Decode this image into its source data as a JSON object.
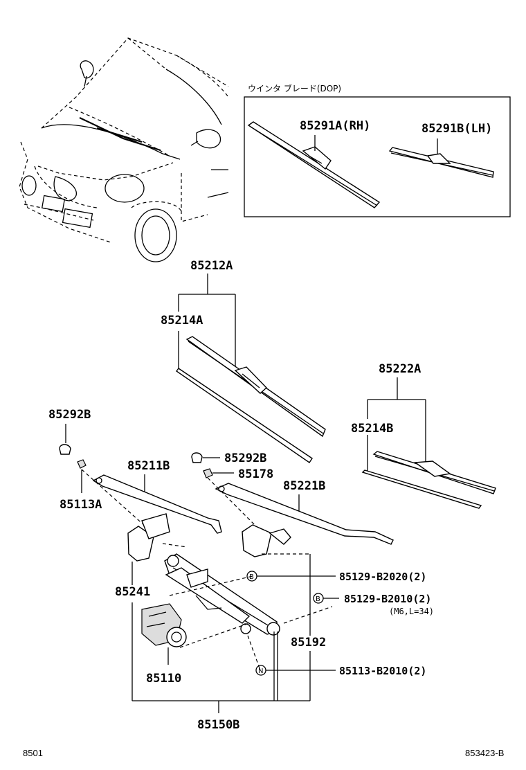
{
  "header": {
    "dop_box_title": "ウインタ ブレード(DOP)"
  },
  "parts": {
    "p85291A": "85291A(RH)",
    "p85291B": "85291B(LH)",
    "p85212A": "85212A",
    "p85214A": "85214A",
    "p85222A": "85222A",
    "p85214B": "85214B",
    "p85292B_left": "85292B",
    "p85292B_right": "85292B",
    "p85178": "85178",
    "p85113A": "85113A",
    "p85211B": "85211B",
    "p85221B": "85221B",
    "p85241": "85241",
    "p85110": "85110",
    "p85192": "85192",
    "p85150B": "85150B",
    "p85129_B2020": "85129-B2020(2)",
    "p85129_B2010": "85129-B2010(2)",
    "p85129_B2010_note": "(M6,L=34)",
    "p85113_B2010": "85113-B2010(2)"
  },
  "symbols": {
    "B": "B",
    "N": "N"
  },
  "footer": {
    "left": "8501",
    "right": "853423-B"
  }
}
